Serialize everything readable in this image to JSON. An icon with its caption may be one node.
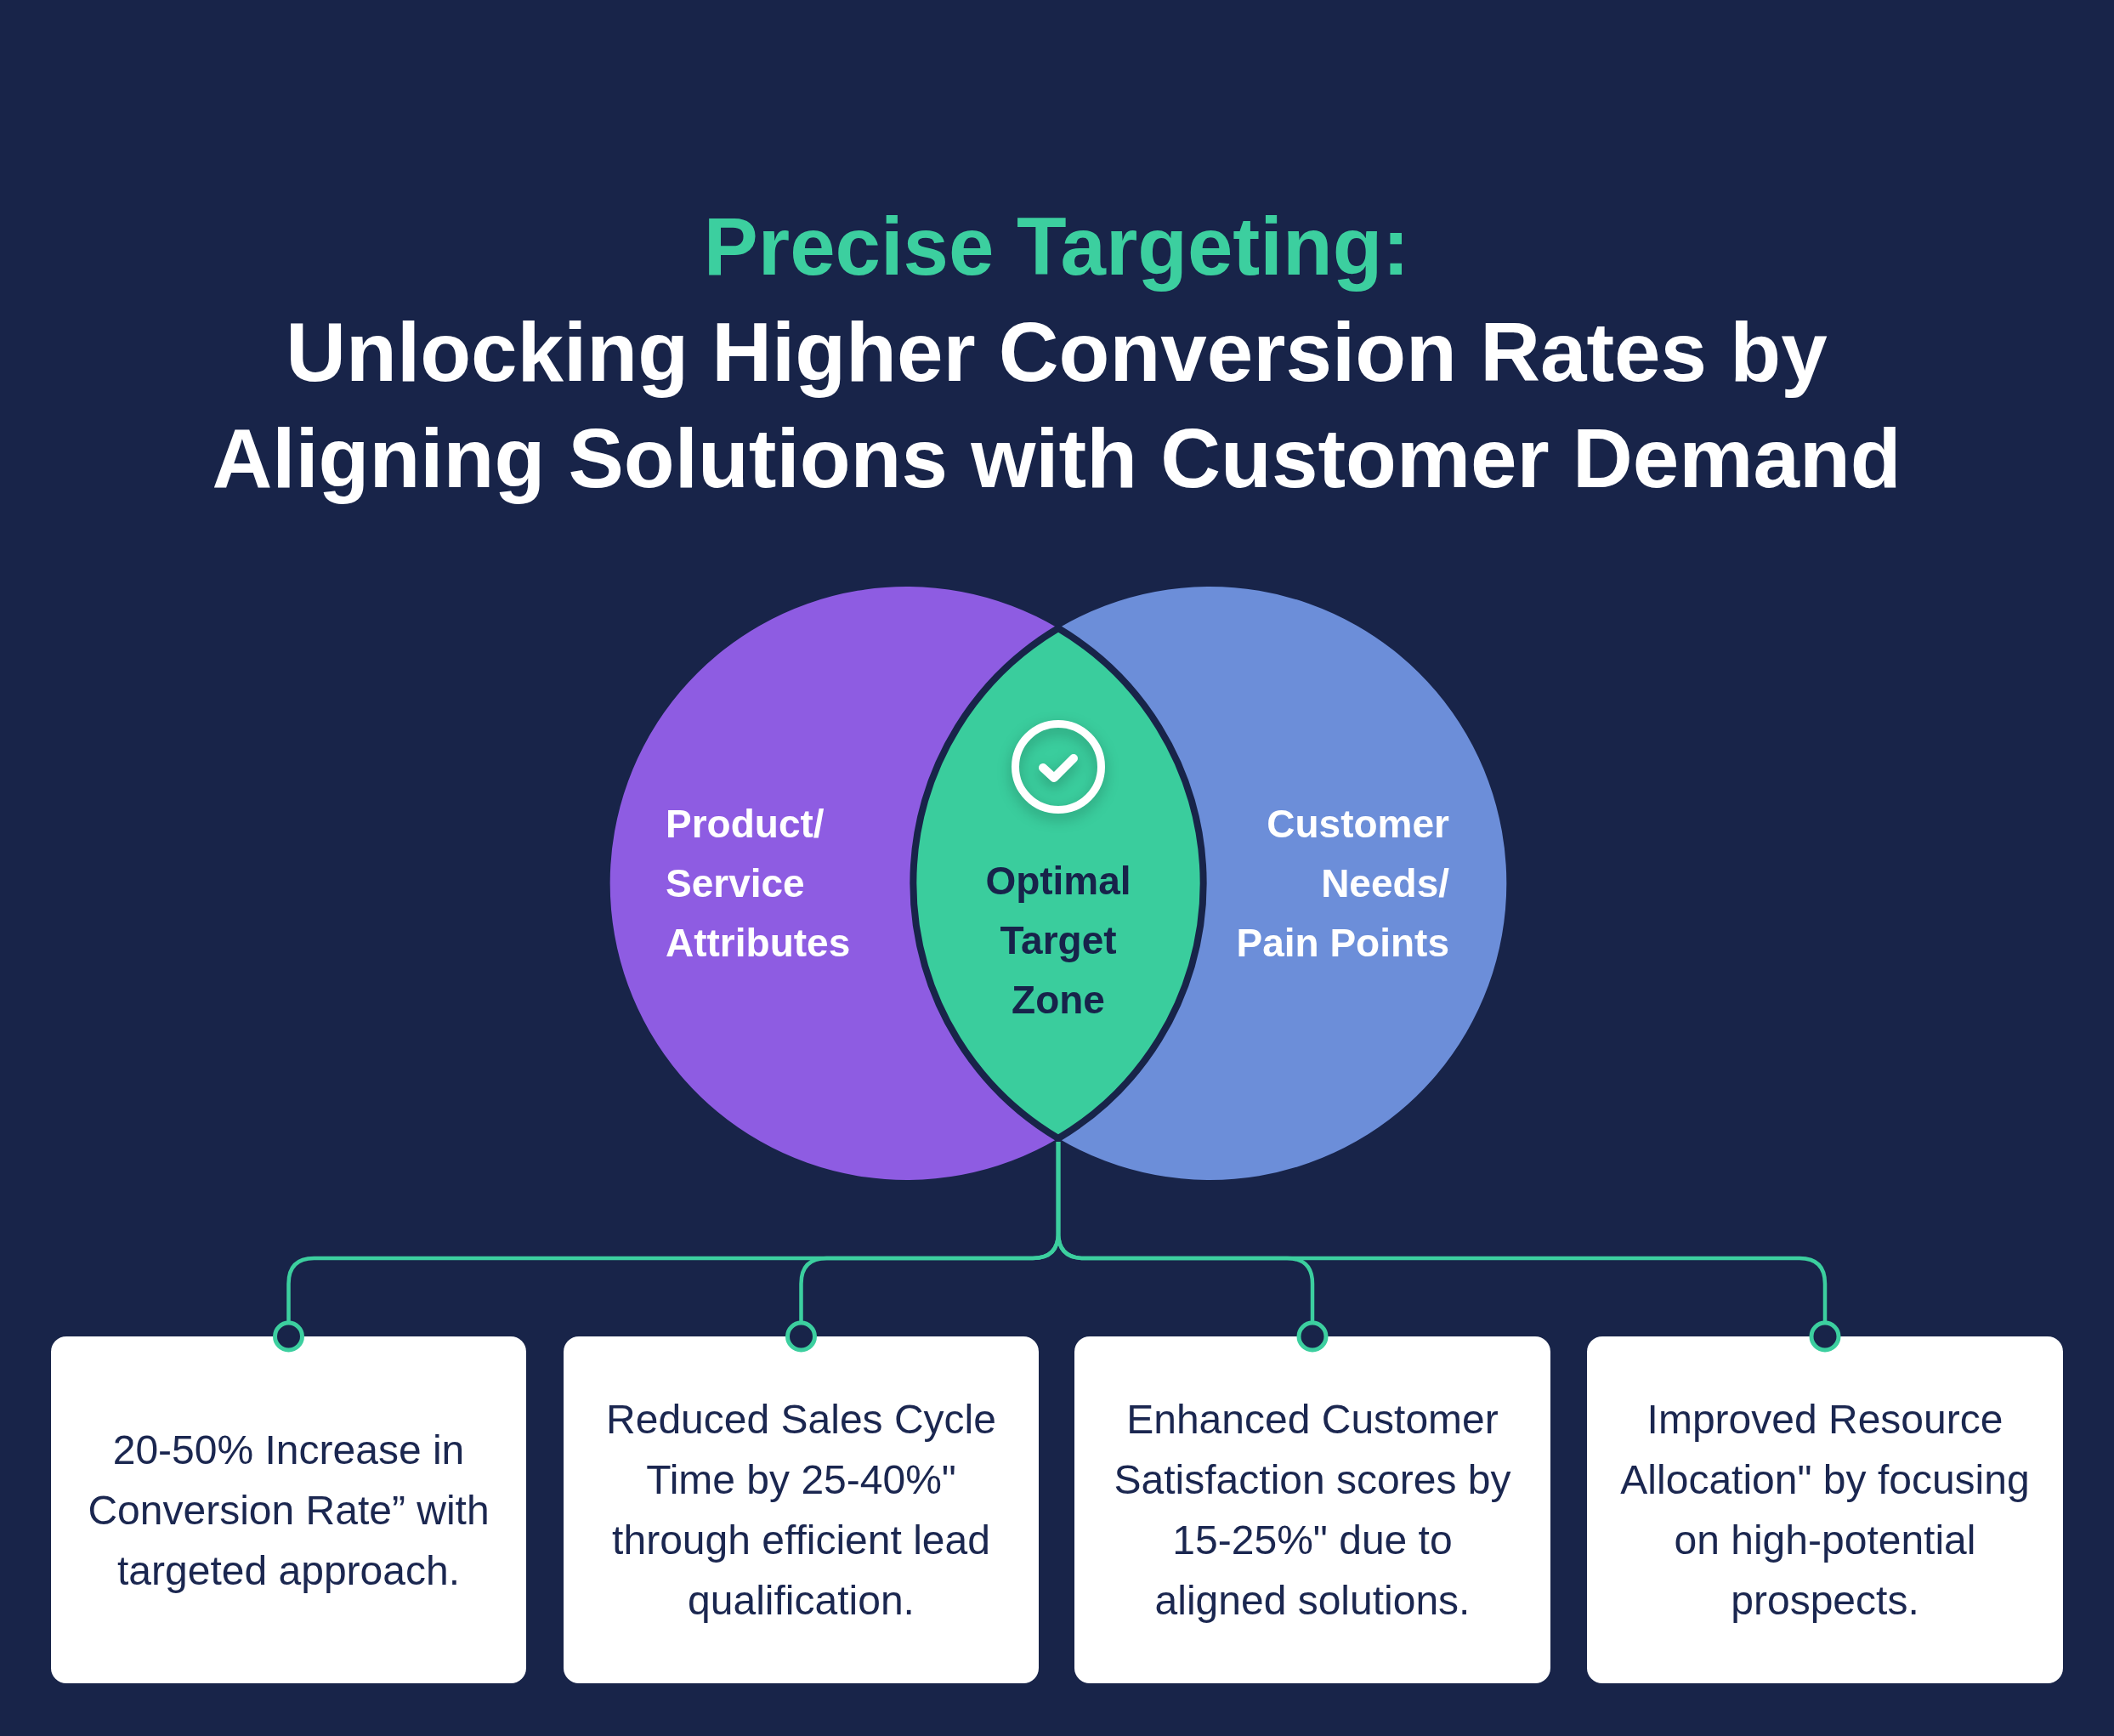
{
  "diagram": {
    "title": "Precise Targeting:",
    "nodes": [
      {
        "text": [
          "Product/ Service Attributes"
        ]
      },
      {
        "text": [
          "Optimal Target Zone"
        ]
      },
      {
        "text": [
          "Customer Needs/ Pain Points"
        ]
      },
      {
        "text": [
          "20-50% Increase in Conversion Rate” with targeted approach."
        ]
      },
      {
        "text": [
          "Reduced Sales Cycle Time by 25-40%\" through efficient lead qualification."
        ]
      },
      {
        "text": [
          "Enhanced Customer Satisfaction scores by 15-25%\" due to aligned solutions."
        ]
      },
      {
        "text": [
          "Improved Resource Allocation\" by focusing on high-potential prospects."
        ]
      }
    ],
    "edges": [
      {
        "from": 1,
        "to": 3,
        "arrow": "other"
      },
      {
        "from": 1,
        "to": 4,
        "arrow": "other"
      },
      {
        "from": 1,
        "to": 5,
        "arrow": "other"
      },
      {
        "from": 1,
        "to": 6,
        "arrow": "other"
      }
    ],
    "labels": [
      "Unlocking Higher Conversion Rates by Aligning Solutions with Customer Demand"
    ]
  }
}
